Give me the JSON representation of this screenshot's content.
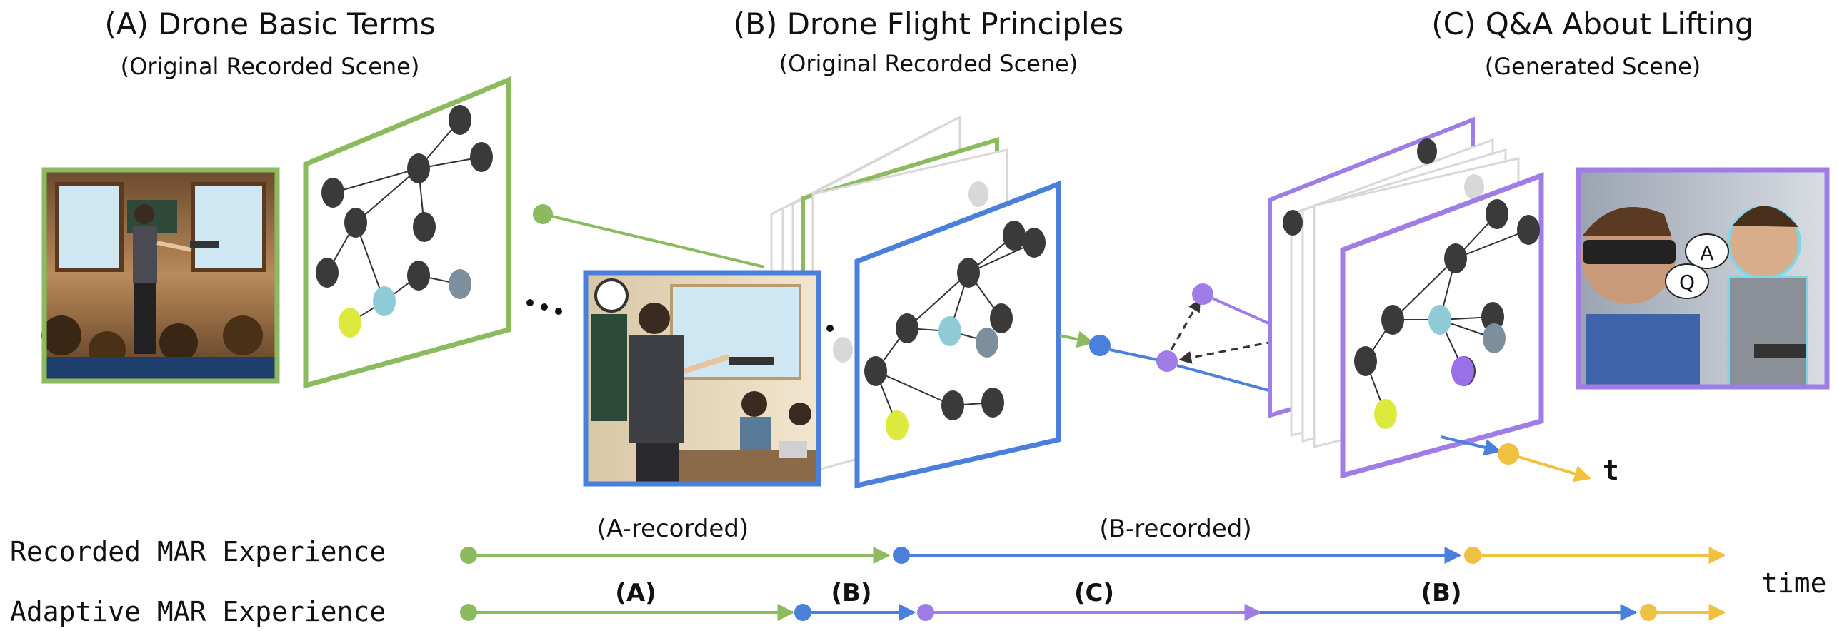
{
  "sections": [
    {
      "title": "(A) Drone Basic Terms",
      "subtitle": "(Original Recorded Scene)"
    },
    {
      "title": "(B) Drone Flight Principles",
      "subtitle": "(Original Recorded Scene)"
    },
    {
      "title": "(C) Q&A About Lifting",
      "subtitle": "(Generated Scene)"
    }
  ],
  "speech_bubbles": {
    "a": "A",
    "q": "Q"
  },
  "t_label": "t",
  "time_label": "time",
  "tracks": {
    "recorded": {
      "label": "Recorded MAR Experience",
      "segments": [
        "(A-recorded)",
        "(B-recorded)"
      ]
    },
    "adaptive": {
      "label": "Adaptive MAR Experience",
      "segments": [
        "(A)",
        "(B)",
        "(C)",
        "(B)"
      ]
    }
  },
  "colors": {
    "scene_a": "#8bbb5e",
    "scene_b": "#4a7fdc",
    "scene_c": "#a07de6",
    "timeline_end": "#f0c040",
    "node_dark": "#3a3a3a",
    "node_yellow": "#dde93c",
    "node_cyan": "#8fcbd6",
    "node_slate": "#7d8e9c",
    "node_purple": "#9a6fe8"
  }
}
